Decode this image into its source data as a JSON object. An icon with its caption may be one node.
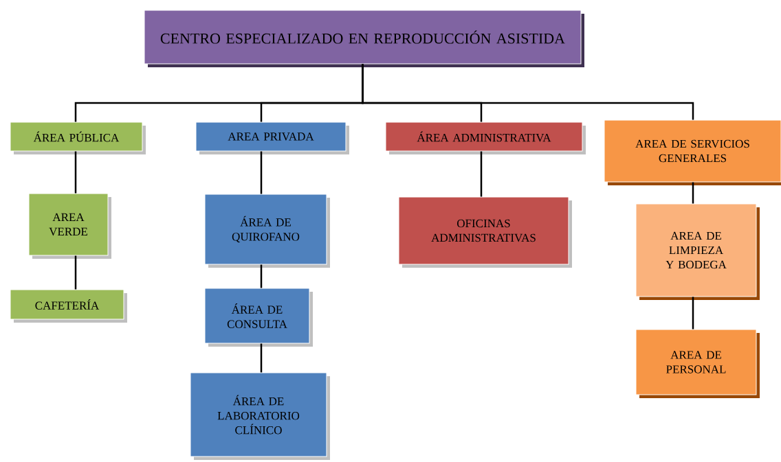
{
  "diagram": {
    "nodes": [
      {
        "text": [
          "CENTRO ESPECIALIZADO EN REPRODUCCIÓN ASISTIDA"
        ]
      },
      {
        "text": [
          "ÁREA PÚBLICA"
        ]
      },
      {
        "text": [
          "AREA PRIVADA"
        ]
      },
      {
        "text": [
          "ÁREA ADMINISTRATIVA"
        ]
      },
      {
        "text": [
          "AREA DE SERVICIOS GENERALES"
        ]
      },
      {
        "text": [
          "AREA VERDE"
        ]
      },
      {
        "text": [
          "CAFETERÍA"
        ]
      },
      {
        "text": [
          "ÁREA DE QUIROFANO"
        ]
      },
      {
        "text": [
          "ÁREA DE CONSULTA"
        ]
      },
      {
        "text": [
          "ÁREA DE LABORATORIO CLÍNICO"
        ]
      },
      {
        "text": [
          "OFICINAS ADMINISTRATIVAS"
        ]
      },
      {
        "text": [
          "AREA DE LIMPIEZA Y BODEGA"
        ]
      },
      {
        "text": [
          "AREA DE PERSONAL"
        ]
      }
    ],
    "edges": [
      {
        "from": 0,
        "to": 1,
        "arrow": "none"
      },
      {
        "from": 0,
        "to": 2,
        "arrow": "none"
      },
      {
        "from": 0,
        "to": 3,
        "arrow": "none"
      },
      {
        "from": 0,
        "to": 4,
        "arrow": "none"
      },
      {
        "from": 1,
        "to": 5,
        "arrow": "none"
      },
      {
        "from": 5,
        "to": 6,
        "arrow": "none"
      },
      {
        "from": 2,
        "to": 7,
        "arrow": "none"
      },
      {
        "from": 7,
        "to": 8,
        "arrow": "none"
      },
      {
        "from": 8,
        "to": 9,
        "arrow": "none"
      },
      {
        "from": 3,
        "to": 10,
        "arrow": "none"
      },
      {
        "from": 4,
        "to": 11,
        "arrow": "none"
      },
      {
        "from": 11,
        "to": 12,
        "arrow": "none"
      }
    ]
  }
}
